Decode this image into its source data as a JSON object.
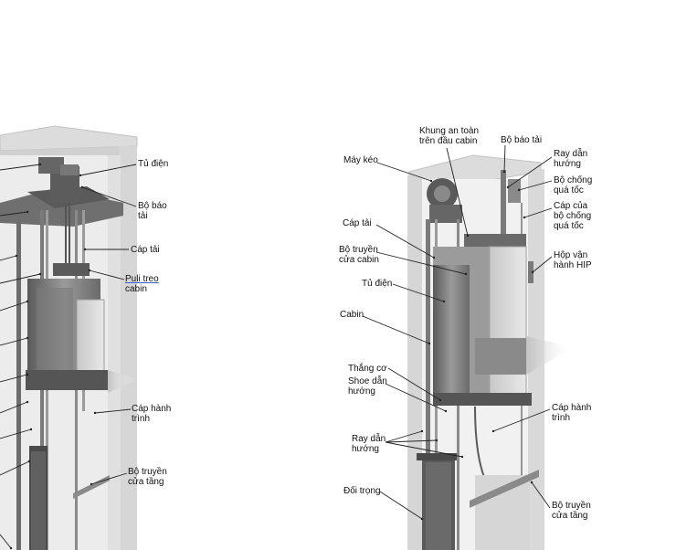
{
  "left_diagram": {
    "labels": {
      "tu_dien": [
        "Tủ điện"
      ],
      "bo_bao_tai": [
        "Bộ báo",
        "tải"
      ],
      "cap_tai": [
        "Cáp tải"
      ],
      "puli_treo_cabin": [
        "Puli treo",
        "cabin"
      ],
      "cap_hanh_trinh": [
        "Cáp hành",
        "trình"
      ],
      "bo_truyen_cua_tang": [
        "Bộ truyền",
        "cửa tầng"
      ]
    }
  },
  "right_diagram": {
    "labels": {
      "may_keo": [
        "Máy kéo"
      ],
      "khung_an_toan": [
        "Khung an toàn",
        "trên đầu cabin"
      ],
      "bo_bao_tai": [
        "Bộ báo tải"
      ],
      "ray_dan_huong_top": [
        "Ray dẫn",
        "hướng"
      ],
      "bo_chong_qua_toc": [
        "Bộ chống",
        "quá tốc"
      ],
      "cap_cua_bo_chong_qua_toc": [
        "Cáp của",
        "bộ chống",
        "quá tốc"
      ],
      "cap_tai": [
        "Cáp tải"
      ],
      "bo_truyen_cua_cabin": [
        "Bộ truyền",
        "cửa cabin"
      ],
      "hop_van_hanh_hip": [
        "Hộp vận",
        "hành HIP"
      ],
      "tu_dien": [
        "Tủ điện"
      ],
      "cabin": [
        "Cabin"
      ],
      "thang_co": [
        "Thắng cơ"
      ],
      "shoe_dan_huong": [
        "Shoe dẫn",
        "hướng"
      ],
      "cap_hanh_trinh": [
        "Cáp hành",
        "trình"
      ],
      "ray_dan_huong_bottom": [
        "Ray dẫn",
        "hướng"
      ],
      "doi_trong": [
        "Đối trọng"
      ],
      "bo_truyen_cua_tang": [
        "Bộ truyền",
        "cửa tầng"
      ]
    }
  },
  "colors": {
    "shaft_fill": "#e6e6e6",
    "shaft_edge": "#c4c4c4",
    "metal_dark": "#4f4f4f",
    "metal_mid": "#8a8a8a",
    "metal_light": "#bdbdbd",
    "leader": "#222222"
  }
}
